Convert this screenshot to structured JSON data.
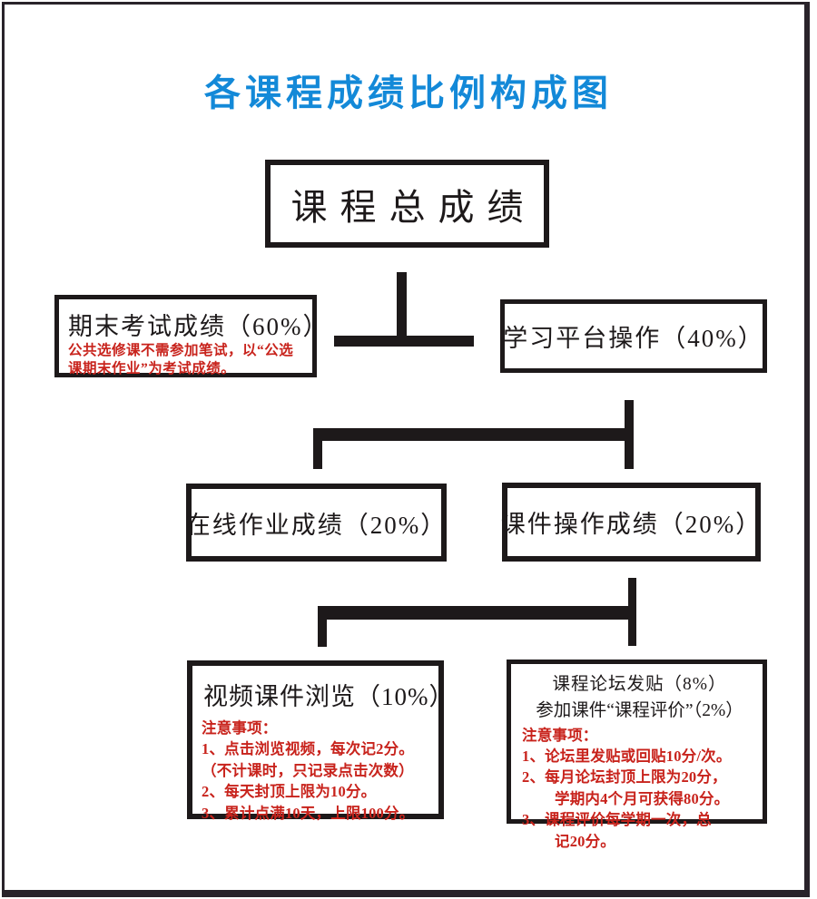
{
  "title": {
    "text": "各课程成绩比例构成图"
  },
  "colors": {
    "accent_blue": "#1389d8",
    "note_red": "#c8231c",
    "line_black": "#1d191a",
    "frame_dark": "#29232a",
    "background": "#ffffff"
  },
  "diagram": {
    "type": "flowchart",
    "nodes": {
      "total": {
        "label": "课程总成绩"
      },
      "exam": {
        "label": "期末考试成绩（60%）",
        "note": "公共选修课不需参加笔试，以“公选课期末作业”为考试成绩。"
      },
      "platform": {
        "label": "学习平台操作（40%）"
      },
      "online_homework": {
        "label": "在线作业成绩（20%）"
      },
      "courseware": {
        "label": "课件操作成绩（20%）"
      },
      "video": {
        "label": "视频课件浏览（10%）",
        "notes_title": "注意事项：",
        "notes": [
          "1、点击浏览视频，每次记2分。",
          "（不计课时，只记录点击次数）",
          "2、每天封顶上限为10分。",
          "3、累计点满10天，上限100分。"
        ]
      },
      "forum": {
        "label_line1": "课程论坛发贴（8%）",
        "label_line2": "参加课件“课程评价”（2%）",
        "notes_title": "注意事项：",
        "notes": [
          "1、论坛里发贴或回贴10分/次。",
          "2、每月论坛封顶上限为20分，",
          "学期内4个月可获得80分。",
          "3、课程评价每学期一次，总",
          "记20分。"
        ]
      }
    },
    "edges": [
      "total -> exam",
      "total -> platform",
      "platform -> online_homework",
      "platform -> courseware",
      "courseware -> video",
      "courseware -> forum"
    ]
  }
}
